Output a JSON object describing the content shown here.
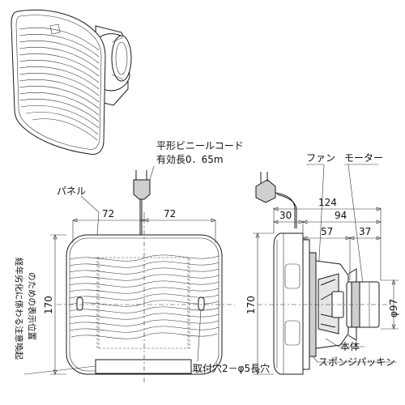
{
  "labels": {
    "cord": "平形ビニールコード",
    "cord_length": "有効長0．65m",
    "panel": "パネル",
    "fan": "ファン",
    "motor": "モーター",
    "body": "本体",
    "sponge": "スポンジパッキン",
    "mounting_holes": "取付穴2－φ5長穴",
    "caution_line1": "経年劣化に係わる注意喚起",
    "caution_line2": "のための表示位置"
  },
  "dimensions": {
    "front_half_left": "72",
    "front_half_right": "72",
    "front_height": "170",
    "side_total_depth": "124",
    "side_panel_depth": "30",
    "side_body_depth": "94",
    "side_fan_depth": "57",
    "side_motor_depth": "37",
    "side_height": "170",
    "motor_diameter": "φ97"
  }
}
